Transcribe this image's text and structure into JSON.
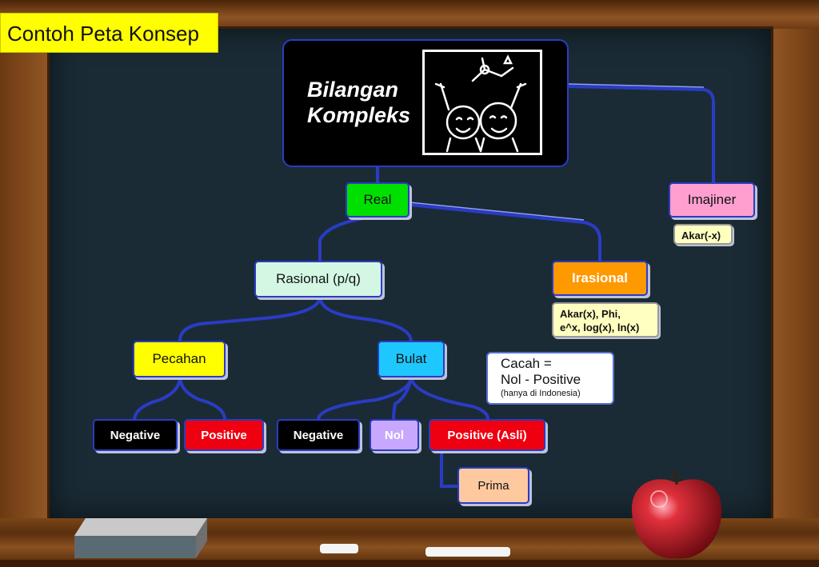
{
  "title_tag": "Contoh Peta Konsep",
  "root": {
    "line1": "Bilangan",
    "line2": "Kompleks"
  },
  "nodes": {
    "real": "Real",
    "imajiner": "Imajiner",
    "imajiner_note": "Akar(-x)",
    "rasional": "Rasional (p/q)",
    "irasional": "Irasional",
    "irasional_note_1": "Akar(x), Phi,",
    "irasional_note_2": "e^x, log(x), ln(x)",
    "pecahan": "Pecahan",
    "bulat": "Bulat",
    "pecahan_negative": "Negative",
    "pecahan_positive": "Positive",
    "bulat_negative": "Negative",
    "nol": "Nol",
    "positive_asli": "Positive (Asli)",
    "prima": "Prima"
  },
  "cacah_note": {
    "line1": "Cacah =",
    "line2": "Nol - Positive",
    "line3": "(hanya di Indonesia)"
  },
  "colors": {
    "real": "#00e000",
    "imajiner": "#ff9fd0",
    "rasional": "#d4f7e4",
    "irasional": "#ff9900",
    "pecahan": "#ffff00",
    "bulat": "#1ec8ff",
    "black_node": "#000000",
    "red_node": "#ee0010",
    "nol": "#c8a8ff",
    "prima": "#ffc9a0",
    "note": "#ffffc0",
    "connector": "#2a3cc4"
  }
}
